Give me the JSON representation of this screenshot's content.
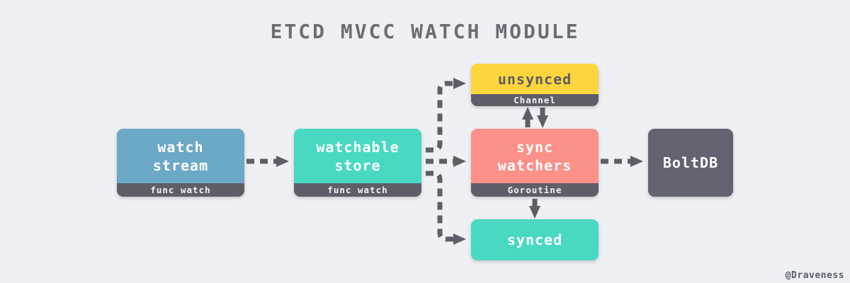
{
  "title": "ETCD MVCC WATCH MODULE",
  "watermark": "@Draveness",
  "colors": {
    "background": "#eef0f3",
    "arrow": "#5f5e68",
    "strip": "#5f5e68",
    "node_blue": "#6ba9c6",
    "node_teal": "#49d9c2",
    "node_yellow": "#fdd53d",
    "node_salmon": "#fb9189",
    "node_dark": "#636271",
    "title_text": "#6c6c75",
    "dark_label_text": "#5e5d66"
  },
  "nodes": {
    "watch_stream": {
      "label": "watch\nstream",
      "sublabel": "func watch"
    },
    "watchable_store": {
      "label": "watchable\nstore",
      "sublabel": "func watch"
    },
    "unsynced": {
      "label": "unsynced",
      "sublabel": "Channel"
    },
    "sync_watchers": {
      "label": "sync\nwatchers",
      "sublabel": "Goroutine"
    },
    "synced": {
      "label": "synced"
    },
    "boltdb": {
      "label": "BoltDB"
    }
  },
  "edges": [
    {
      "from": "watch_stream",
      "to": "watchable_store",
      "style": "dashed"
    },
    {
      "from": "watchable_store",
      "to": "unsynced",
      "style": "dashed"
    },
    {
      "from": "watchable_store",
      "to": "sync_watchers",
      "style": "dashed"
    },
    {
      "from": "watchable_store",
      "to": "synced",
      "style": "dashed"
    },
    {
      "from": "sync_watchers",
      "to": "unsynced",
      "style": "dashed"
    },
    {
      "from": "unsynced",
      "to": "sync_watchers",
      "style": "dashed"
    },
    {
      "from": "sync_watchers",
      "to": "synced",
      "style": "dashed"
    },
    {
      "from": "sync_watchers",
      "to": "boltdb",
      "style": "dashed"
    }
  ]
}
